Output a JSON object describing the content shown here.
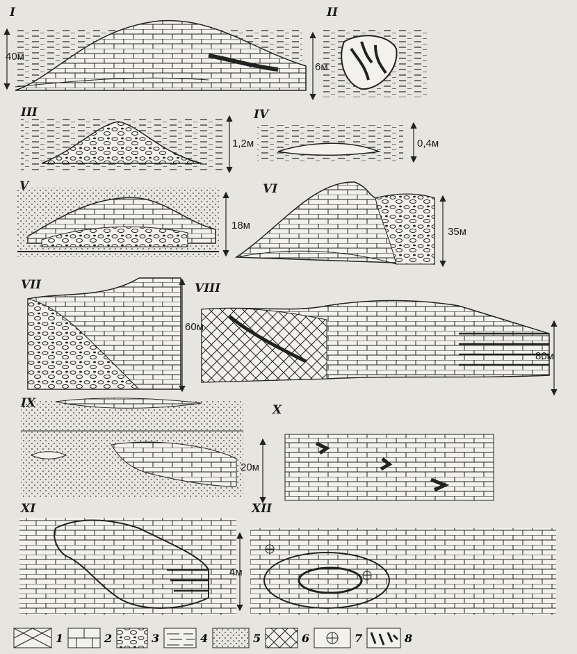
{
  "panels": [
    {
      "id": "I",
      "height": "40м"
    },
    {
      "id": "II",
      "height": "6м"
    },
    {
      "id": "III",
      "height": "1,2м"
    },
    {
      "id": "IV",
      "height": "0,4м"
    },
    {
      "id": "V",
      "height": "18м"
    },
    {
      "id": "VI",
      "height": "35м"
    },
    {
      "id": "VII",
      "height": "60м"
    },
    {
      "id": "VIII",
      "height": "80м"
    },
    {
      "id": "IX",
      "height": ""
    },
    {
      "id": "X",
      "height": "20м"
    },
    {
      "id": "XI",
      "height": "4м"
    },
    {
      "id": "XII",
      "height": ""
    }
  ],
  "legend": [
    {
      "num": "1",
      "symbol": "crosshatch-limestone"
    },
    {
      "num": "2",
      "symbol": "bedded-limestone"
    },
    {
      "num": "3",
      "symbol": "breccia-pebbles"
    },
    {
      "num": "4",
      "symbol": "clay-dashes"
    },
    {
      "num": "5",
      "symbol": "sand-dots"
    },
    {
      "num": "6",
      "symbol": "reef-framework"
    },
    {
      "num": "7",
      "symbol": "fossil-circle"
    },
    {
      "num": "8",
      "symbol": "organic-fragments"
    }
  ]
}
